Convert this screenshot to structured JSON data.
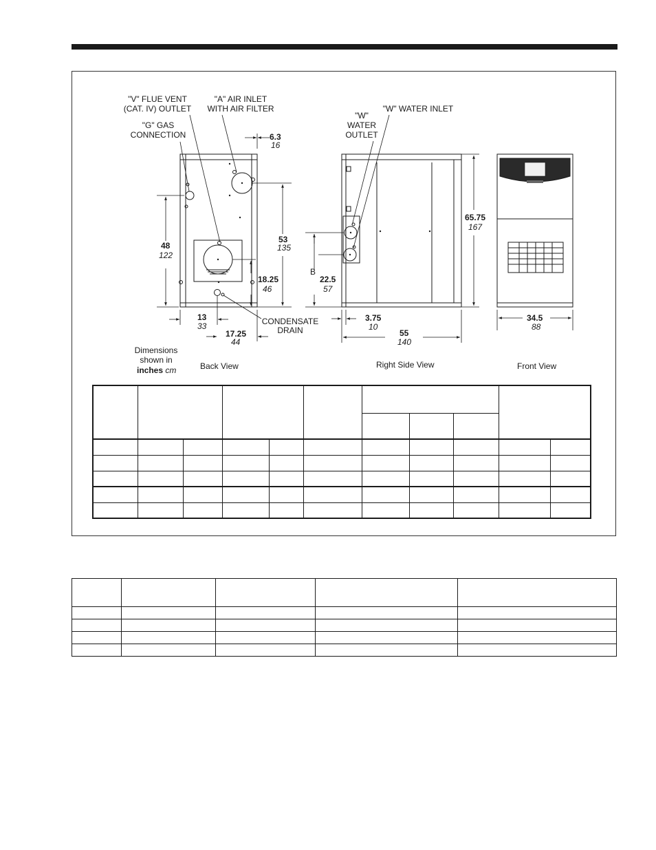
{
  "labels": {
    "flue_vent_1": "\"V\" FLUE VENT",
    "flue_vent_2": "(CAT. IV) OUTLET",
    "air_inlet_1": "\"A\" AIR INLET",
    "air_inlet_2": "WITH AIR FILTER",
    "gas_1": "\"G\" GAS",
    "gas_2": "CONNECTION",
    "water_outlet_1": "\"W\"",
    "water_outlet_2": "WATER",
    "water_outlet_3": "OUTLET",
    "water_inlet": "\"W\" WATER INLET",
    "condensate_1": "CONDENSATE",
    "condensate_2": "DRAIN",
    "b_marker": "B"
  },
  "dimensions": {
    "d_6_3": {
      "in": "6.3",
      "cm": "16"
    },
    "d_48": {
      "in": "48",
      "cm": "122"
    },
    "d_53": {
      "in": "53",
      "cm": "135"
    },
    "d_18_25": {
      "in": "18.25",
      "cm": "46"
    },
    "d_13": {
      "in": "13",
      "cm": "33"
    },
    "d_17_25": {
      "in": "17.25",
      "cm": "44"
    },
    "d_65_75": {
      "in": "65.75",
      "cm": "167"
    },
    "d_22_5": {
      "in": "22.5",
      "cm": "57"
    },
    "d_3_75": {
      "in": "3.75",
      "cm": "10"
    },
    "d_55": {
      "in": "55",
      "cm": "140"
    },
    "d_34_5": {
      "in": "34.5",
      "cm": "88"
    }
  },
  "legend": {
    "line1": "Dimensions",
    "line2": "shown in",
    "inches": "inches",
    "cm": "cm"
  },
  "views": {
    "back": "Back View",
    "right": "Right Side View",
    "front": "Front View"
  },
  "colors": {
    "line": "#1a1a1a",
    "background": "#ffffff"
  }
}
